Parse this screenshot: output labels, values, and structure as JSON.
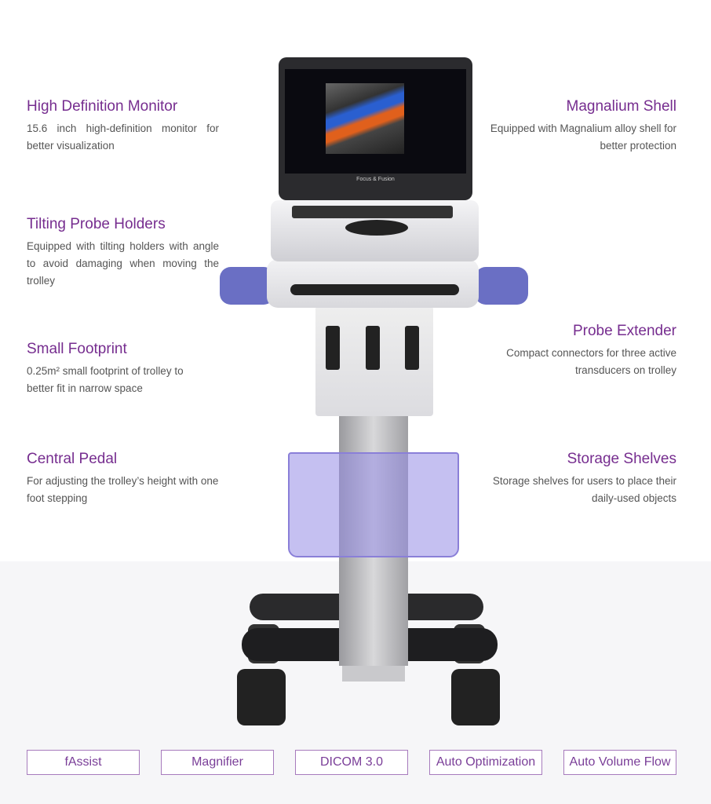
{
  "features_left": [
    {
      "title": "High Definition Monitor",
      "desc": "15.6 inch high-definition monitor for better visualization"
    },
    {
      "title": "Tilting Probe Holders",
      "desc": "Equipped with tilting holders with angle to avoid damaging when moving the trolley"
    },
    {
      "title": "Small Footprint",
      "desc": "0.25m² small footprint of trolley to better fit in narrow space"
    },
    {
      "title": "Central Pedal",
      "desc": "For adjusting the trolley’s height with one foot stepping"
    }
  ],
  "features_right": [
    {
      "title": "Magnalium Shell",
      "desc": "Equipped with Magnalium alloy shell for better protection"
    },
    {
      "title": "Probe Extender",
      "desc": "Compact connectors for three active transducers on trolley"
    },
    {
      "title": "Storage Shelves",
      "desc": "Storage shelves for users to place their daily-used objects"
    }
  ],
  "device": {
    "brand": "Focus & Fusion"
  },
  "buttons": [
    "fAssist",
    "Magnifier",
    "DICOM 3.0",
    "Auto Optimization",
    "Auto Volume Flow"
  ],
  "colors": {
    "title": "#762d8f",
    "button_border": "#a77bbd",
    "floor": "#f6f6f8"
  }
}
